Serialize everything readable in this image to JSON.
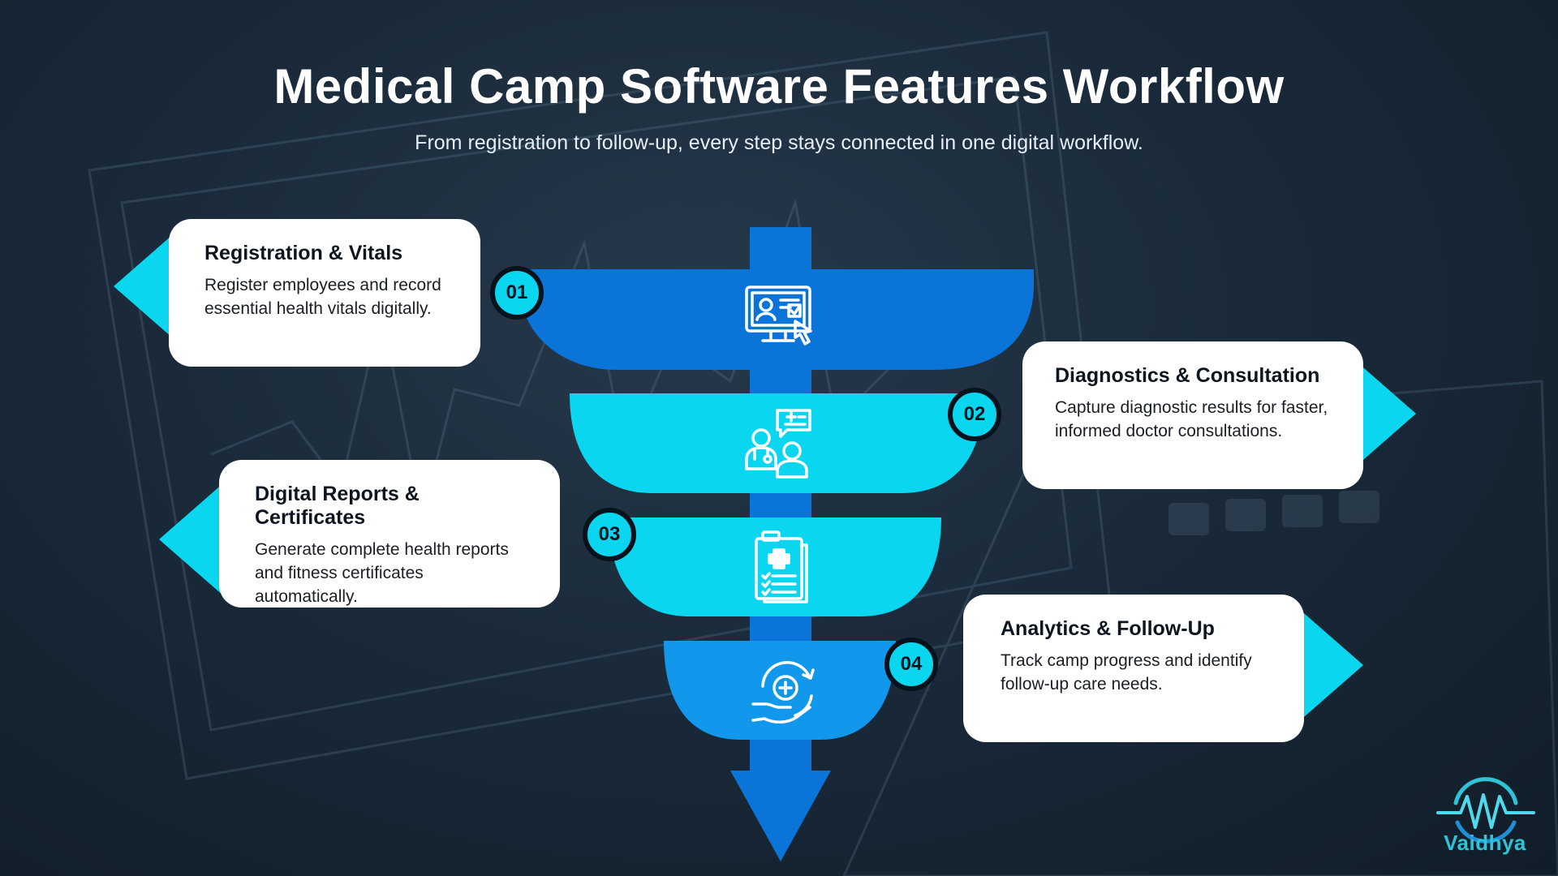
{
  "header": {
    "title": "Medical Camp Software Features Workflow",
    "subtitle": "From registration to follow-up, every step stays connected in one digital workflow."
  },
  "steps": [
    {
      "number": "01",
      "title": "Registration & Vitals",
      "description": "Register employees and record essential health vitals digitally.",
      "icon": "computer-registration-icon",
      "stage_color": "#0a74d8",
      "side": "left"
    },
    {
      "number": "02",
      "title": "Diagnostics & Consultation",
      "description": "Capture diagnostic results for faster, informed doctor consultations.",
      "icon": "doctor-patient-chat-icon",
      "stage_color": "#0bd6ef",
      "side": "right"
    },
    {
      "number": "03",
      "title": "Digital Reports & Certificates",
      "description": "Generate complete health reports and fitness certificates automatically.",
      "icon": "medical-report-icon",
      "stage_color": "#0bd6ef",
      "side": "left"
    },
    {
      "number": "04",
      "title": "Analytics & Follow-Up",
      "description": "Track camp progress and identify follow-up care needs.",
      "icon": "care-cycle-icon",
      "stage_color": "#1198ec",
      "side": "right"
    }
  ],
  "colors": {
    "accent_cyan": "#0bd6ef",
    "shaft_blue": "#0a74d8",
    "card_bg": "#ffffff",
    "background": "#1a2a3a"
  },
  "logo": {
    "text": "Vaidhya",
    "icon": "heartbeat-logo-icon"
  }
}
